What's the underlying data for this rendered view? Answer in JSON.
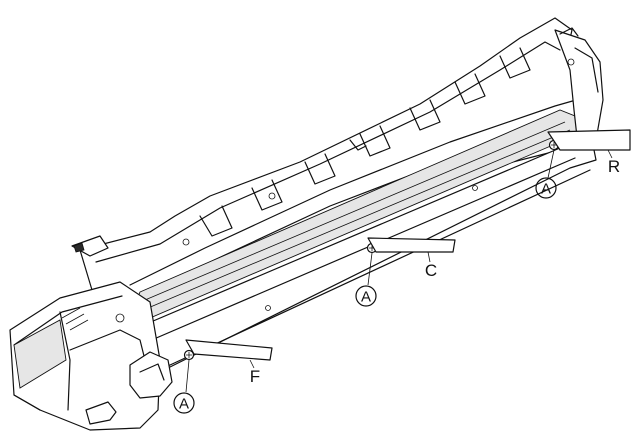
{
  "labels": {
    "screw": "A",
    "tape_rear": "R",
    "tape_center": "C",
    "tape_front": "F"
  },
  "colors": {
    "line": "#111111",
    "background": "#ffffff",
    "shade": "#e6e6e6"
  }
}
